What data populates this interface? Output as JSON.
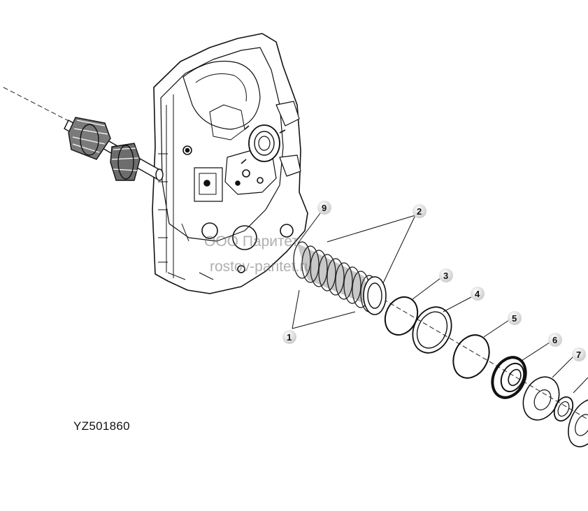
{
  "drawing": {
    "code": "YZ501860",
    "watermark_line1": "ООО Паритет",
    "watermark_line2": "rostov-paritet.ru"
  },
  "callouts": [
    {
      "number": "1"
    },
    {
      "number": "2"
    },
    {
      "number": "3"
    },
    {
      "number": "4"
    },
    {
      "number": "5"
    },
    {
      "number": "6"
    },
    {
      "number": "7"
    },
    {
      "number": "9"
    }
  ]
}
